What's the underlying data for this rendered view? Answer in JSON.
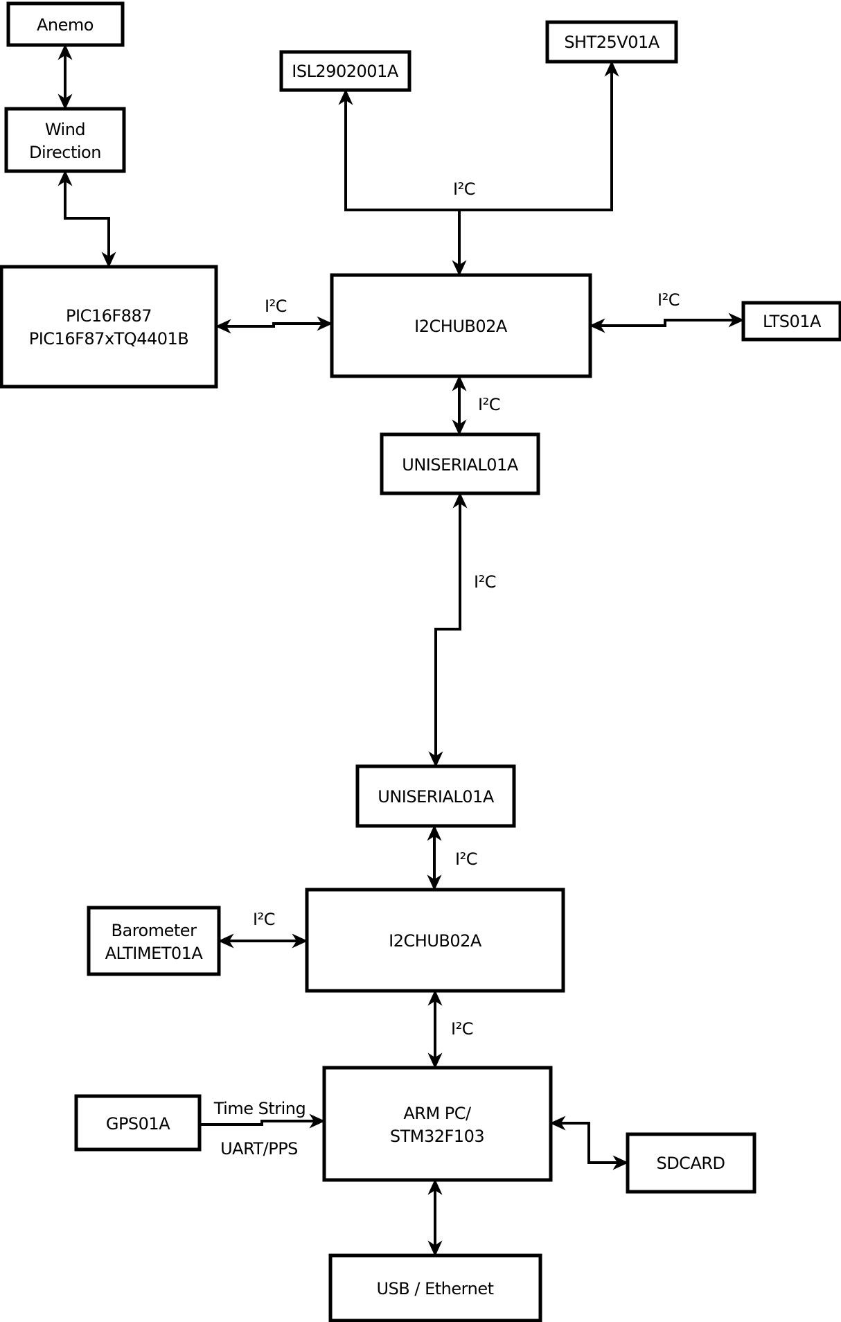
{
  "colors": {
    "ink": "#000000",
    "paper": "#ffffff"
  },
  "nodes": {
    "anemo": {
      "label": "Anemo"
    },
    "wind_direction": {
      "line1": "Wind",
      "line2": "Direction"
    },
    "isl2902001a": {
      "label": "ISL2902001A"
    },
    "sht25v01a": {
      "label": "SHT25V01A"
    },
    "pic16f887": {
      "line1": "PIC16F887",
      "line2": "PIC16F87xTQ4401B"
    },
    "i2chub02a_upper": {
      "label": "I2CHUB02A"
    },
    "lts01a": {
      "label": "LTS01A"
    },
    "uniserial01a_upper": {
      "label": "UNISERIAL01A"
    },
    "uniserial01a_lower": {
      "label": "UNISERIAL01A"
    },
    "i2chub02a_lower": {
      "label": "I2CHUB02A"
    },
    "barometer_altimet01a": {
      "line1": "Barometer",
      "line2": "ALTIMET01A"
    },
    "gps01a": {
      "label": "GPS01A"
    },
    "arm_pc_stm32f103": {
      "line1": "ARM PC/",
      "line2": "STM32F103"
    },
    "sdcard": {
      "label": "SDCARD"
    },
    "usb_ethernet": {
      "label": "USB / Ethernet"
    }
  },
  "edge_labels": {
    "top_bus_i2c": "I²C",
    "pic_hub_i2c": "I²C",
    "hub_lts_i2c": "I²C",
    "hub_uniserial_i2c": "I²C",
    "uniserial_link_i2c": "I²C",
    "uniserial_hub_lower_i2c": "I²C",
    "barometer_hub_i2c": "I²C",
    "hub_arm_i2c": "I²C",
    "gps_time_string": "Time String",
    "gps_uart_pps": "UART/PPS"
  }
}
